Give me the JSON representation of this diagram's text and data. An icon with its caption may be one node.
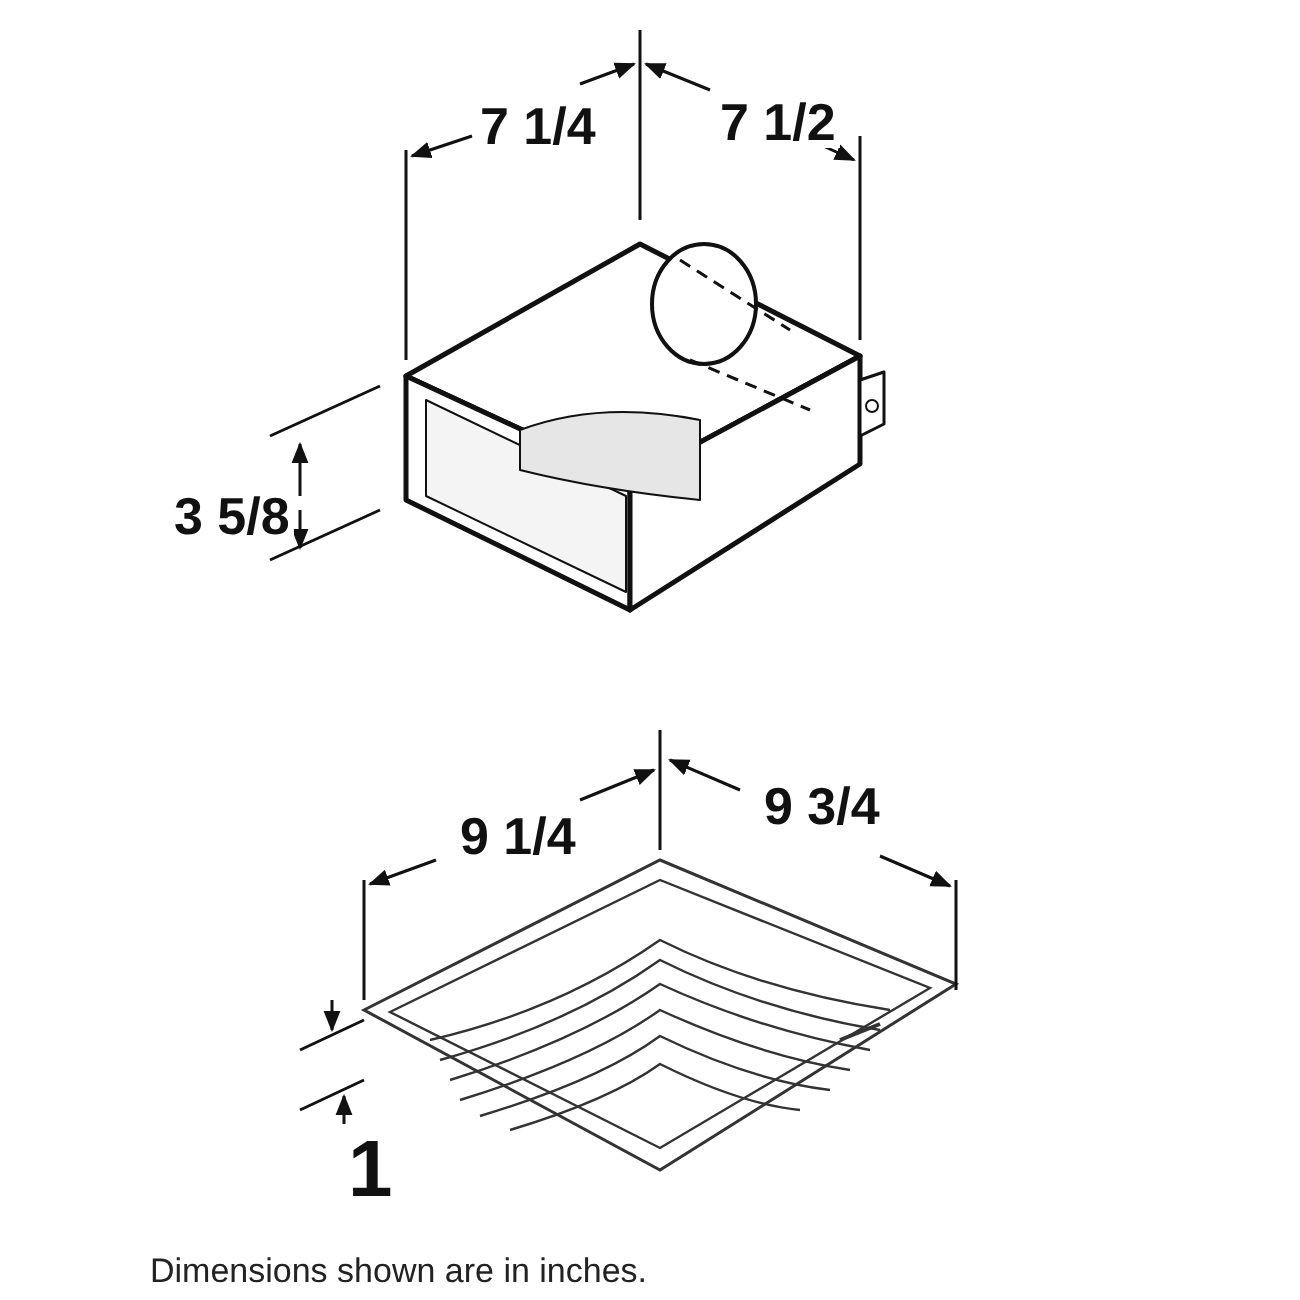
{
  "diagram": {
    "caption": "Dimensions shown are in inches.",
    "labels": [
      "7 1/4",
      "7 1/2",
      "3 5/8",
      "9 1/4",
      "9 3/4",
      "1"
    ]
  }
}
